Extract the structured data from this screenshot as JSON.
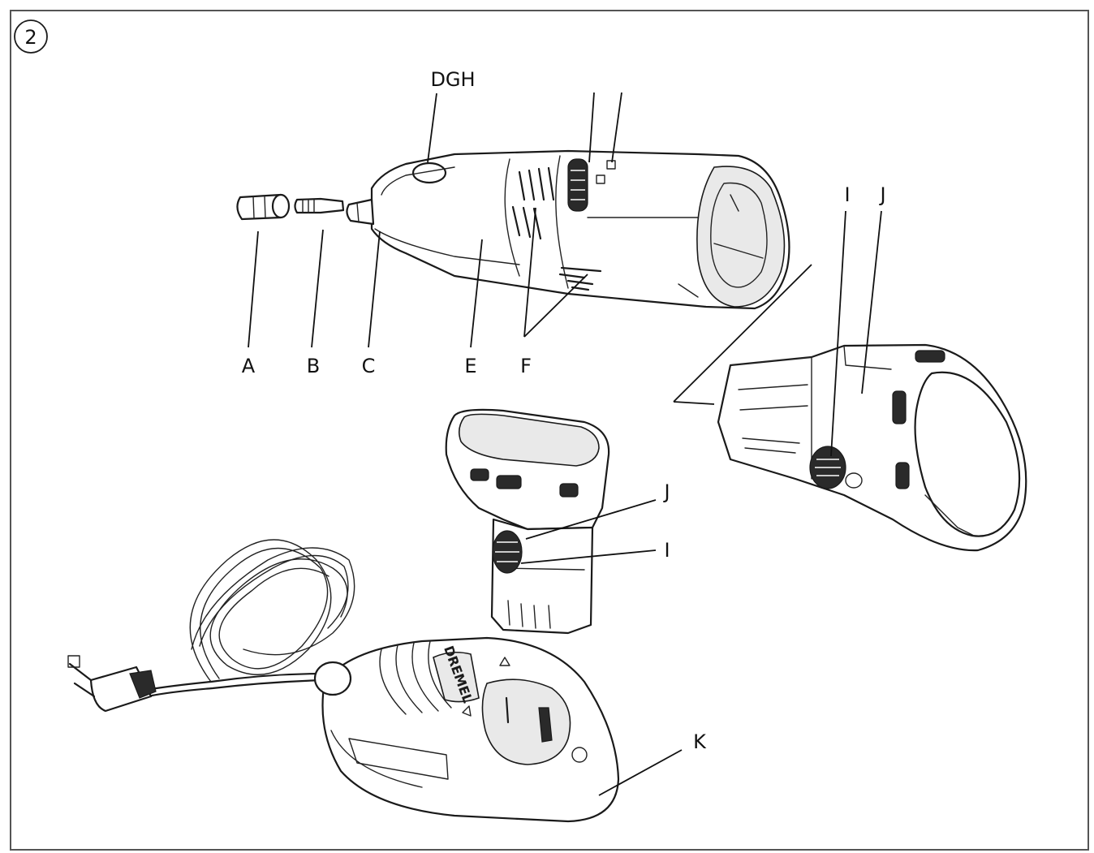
{
  "figure": {
    "number": "2"
  },
  "labels": {
    "A": "A",
    "B": "B",
    "C": "C",
    "DGH": "DGH",
    "E": "E",
    "F": "F",
    "I_right": "I",
    "J_right": "J",
    "J_center": "J",
    "I_center": "I",
    "K": "K"
  },
  "charger": {
    "brand": "DREMEL"
  }
}
